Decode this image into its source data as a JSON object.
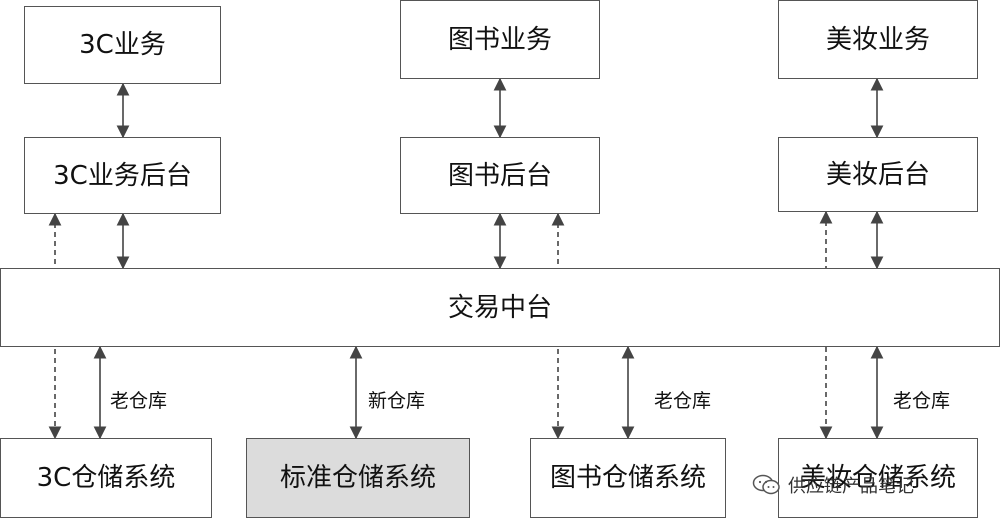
{
  "business": {
    "c3": "3C业务",
    "book": "图书业务",
    "beauty": "美妆业务"
  },
  "backend": {
    "c3": "3C业务后台",
    "book": "图书后台",
    "beauty": "美妆后台"
  },
  "middle_platform": "交易中台",
  "edge_labels": {
    "c3_old": "老仓库",
    "std_new": "新仓库",
    "book_old": "老仓库",
    "beauty_old": "老仓库"
  },
  "warehouse": {
    "c3": "3C仓储系统",
    "standard": "标准仓储系统",
    "book": "图书仓储系统",
    "beauty": "美妆仓储系统"
  },
  "watermark": "供应链产品笔记"
}
